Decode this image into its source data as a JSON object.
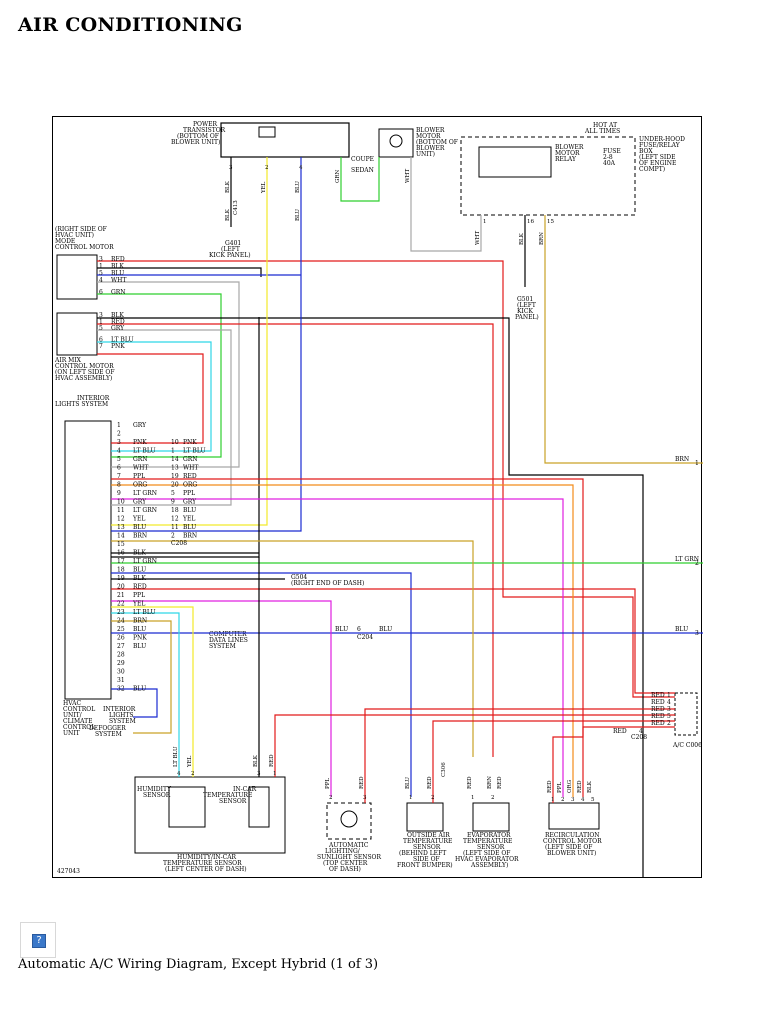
{
  "page": {
    "title": "AIR CONDITIONING",
    "caption": "Automatic A/C Wiring Diagram, Except Hybrid (1 of 3)",
    "help_icon": "question-mark-icon"
  },
  "diagram": {
    "figure_id": "427043",
    "components": {
      "power_transistor": "POWER TRANSISTOR (BOTTOM OF BLOWER UNIT)",
      "blower_motor": "BLOWER MOTOR (BOTTOM OF BLOWER UNIT)",
      "hot_at": "HOT AT ALL TIMES",
      "underhood_box": "UNDER-HOOD FUSE/RELAY BOX (LEFT SIDE OF ENGINE COMPT)",
      "blower_relay": "BLOWER MOTOR RELAY",
      "fuse": "FUSE 2-8 40A",
      "g401": "G401 (LEFT KICK PANEL)",
      "mode_motor": "(RIGHT SIDE OF HVAC UNIT) MODE CONTROL MOTOR",
      "air_mix_motor": "AIR MIX CONTROL MOTOR (ON LEFT SIDE OF HVAC ASSEMBLY)",
      "interior_lights": "INTERIOR LIGHTS SYSTEM",
      "hvac_unit": "HVAC CONTROL UNIT/ CLIMATE CONTROL UNIT",
      "interior_lights_2": "INTERIOR LIGHTS SYSTEM",
      "defogger": "DEFOGGER SYSTEM",
      "computer_data": "COMPUTER DATA LINES SYSTEM",
      "g504": "G504 (RIGHT END OF DASH)",
      "humidity_sensor": "HUMIDITY SENSOR",
      "incar_sensor": "IN-CAR TEMPERATURE SENSOR",
      "humidity_incar": "HUMIDITY/IN-CAR TEMPERATURE SENSOR (LEFT CENTER OF DASH)",
      "sunlight": "AUTOMATIC LIGHTING/ SUNLIGHT SENSOR (TOP CENTER OF DASH)",
      "outside_air": "OUTSIDE AIR TEMPERATURE SENSOR (BEHIND LEFT SIDE OF FRONT BUMPER)",
      "evaporator": "EVAPORATOR TEMPERATURE SENSOR (LEFT SIDE OF HVAC EVAPORATOR ASSEMBLY)",
      "recirc": "RECIRCULATION CONTROL MOTOR (LEFT SIDE OF BLOWER UNIT)",
      "coupe": "COUPE",
      "sedan": "SEDAN",
      "c208": "C208",
      "c204": "C204",
      "ac_c006": "A/C C006",
      "ac_c005": "C208"
    },
    "mode_motor_pins": [
      {
        "pin": "3",
        "wire": "RED"
      },
      {
        "pin": "1",
        "wire": "BLK"
      },
      {
        "pin": "5",
        "wire": "BLU"
      },
      {
        "pin": "4",
        "wire": "WHT"
      },
      {
        "pin": "6",
        "wire": "GRN"
      }
    ],
    "air_mix_pins": [
      {
        "pin": "3",
        "wire": "BLK"
      },
      {
        "pin": "1",
        "wire": "RED"
      },
      {
        "pin": "5",
        "wire": "GRY"
      },
      {
        "pin": "6",
        "wire": "LT BLU"
      },
      {
        "pin": "7",
        "wire": "PNK"
      }
    ],
    "hvac_pins": [
      {
        "pin": "1",
        "wire": "GRY",
        "c": "",
        "cw": ""
      },
      {
        "pin": "2",
        "wire": "",
        "c": "",
        "cw": ""
      },
      {
        "pin": "3",
        "wire": "PNK",
        "c": "10",
        "cw": "PNK"
      },
      {
        "pin": "4",
        "wire": "LT BLU",
        "c": "1",
        "cw": "LT BLU"
      },
      {
        "pin": "5",
        "wire": "GRN",
        "c": "14",
        "cw": "GRN"
      },
      {
        "pin": "6",
        "wire": "WHT",
        "c": "13",
        "cw": "WHT"
      },
      {
        "pin": "7",
        "wire": "PPL",
        "c": "19",
        "cw": "RED"
      },
      {
        "pin": "8",
        "wire": "ORG",
        "c": "20",
        "cw": "ORG"
      },
      {
        "pin": "9",
        "wire": "LT GRN",
        "c": "5",
        "cw": "PPL"
      },
      {
        "pin": "10",
        "wire": "GRY",
        "c": "9",
        "cw": "GRY"
      },
      {
        "pin": "11",
        "wire": "LT GRN",
        "c": "18",
        "cw": "BLU"
      },
      {
        "pin": "12",
        "wire": "YEL",
        "c": "12",
        "cw": "YEL"
      },
      {
        "pin": "13",
        "wire": "BLU",
        "c": "11",
        "cw": "BLU"
      },
      {
        "pin": "14",
        "wire": "BRN",
        "c": "2",
        "cw": "BRN"
      },
      {
        "pin": "15",
        "wire": "",
        "c": "",
        "cw": ""
      },
      {
        "pin": "16",
        "wire": "BLK",
        "c": "",
        "cw": ""
      },
      {
        "pin": "17",
        "wire": "LT GRN",
        "c": "",
        "cw": ""
      },
      {
        "pin": "18",
        "wire": "BLU",
        "c": "",
        "cw": ""
      },
      {
        "pin": "19",
        "wire": "BLK",
        "c": "",
        "cw": ""
      },
      {
        "pin": "20",
        "wire": "RED",
        "c": "",
        "cw": ""
      },
      {
        "pin": "21",
        "wire": "PPL",
        "c": "",
        "cw": ""
      },
      {
        "pin": "22",
        "wire": "YEL",
        "c": "",
        "cw": ""
      },
      {
        "pin": "23",
        "wire": "LT BLU",
        "c": "",
        "cw": ""
      },
      {
        "pin": "24",
        "wire": "BRN",
        "c": "",
        "cw": ""
      },
      {
        "pin": "25",
        "wire": "BLU",
        "c": "",
        "cw": ""
      },
      {
        "pin": "26",
        "wire": "PNK",
        "c": "",
        "cw": ""
      },
      {
        "pin": "27",
        "wire": "BLU",
        "c": "",
        "cw": ""
      },
      {
        "pin": "28",
        "wire": "",
        "c": "",
        "cw": ""
      },
      {
        "pin": "29",
        "wire": "",
        "c": "",
        "cw": ""
      },
      {
        "pin": "30",
        "wire": "",
        "c": "",
        "cw": ""
      },
      {
        "pin": "31",
        "wire": "",
        "c": "",
        "cw": ""
      },
      {
        "pin": "32",
        "wire": "BLU",
        "c": "",
        "cw": ""
      }
    ],
    "right_wires": [
      {
        "wire": "BRN",
        "num": "1"
      },
      {
        "wire": "LT GRN",
        "num": "2"
      },
      {
        "wire": "BLU",
        "num": "3"
      }
    ],
    "c204_labels": [
      "BLU",
      "6",
      "BLU"
    ],
    "c006_pins": [
      {
        "wire": "RED",
        "pin": "1"
      },
      {
        "wire": "RED",
        "pin": "4"
      },
      {
        "wire": "RED",
        "pin": "3"
      },
      {
        "wire": "RED",
        "pin": "5"
      },
      {
        "wire": "RED",
        "pin": "2"
      }
    ],
    "c006_side": {
      "wire": "RED",
      "pin": "4"
    },
    "top_wires": {
      "pt_pins": [
        "3",
        "2",
        "4"
      ],
      "pt_wires": [
        "BLK",
        "YEL",
        "BLU"
      ],
      "pt_wires2": [
        "BLK",
        "BLU"
      ],
      "gm_pins": [
        "1",
        "2",
        "3"
      ],
      "c413": "C413",
      "bm_pins": [
        "1",
        "2"
      ],
      "bm_wires": [
        "GRN",
        "WHT"
      ],
      "relay_pins": [
        "2",
        "1",
        "5",
        "3"
      ],
      "relay_wires": [
        "WHT",
        "BLK",
        "BRN"
      ],
      "relay_wire_nums": [
        "1",
        "16",
        "15"
      ]
    },
    "bottom_wires": {
      "hum_wires": [
        "LT BLU",
        "YEL",
        "BLK",
        "RED"
      ],
      "hum_pins": [
        "4",
        "2",
        "3",
        "1"
      ],
      "sun_wires": [
        "PPL",
        "RED"
      ],
      "sun_pins": [
        "2",
        "3"
      ],
      "out_wires": [
        "BLU",
        "RED"
      ],
      "out_pins": [
        "1",
        "2"
      ],
      "evap_wires": [
        "RED",
        "BRN",
        "RED"
      ],
      "evap_pins": [
        "1",
        "2"
      ],
      "recirc_wires": [
        "RED",
        "PPL",
        "ORG",
        "RED",
        "BLK"
      ],
      "recirc_pins": [
        "1",
        "2",
        "3",
        "4",
        "5"
      ],
      "c306": "C306"
    }
  }
}
